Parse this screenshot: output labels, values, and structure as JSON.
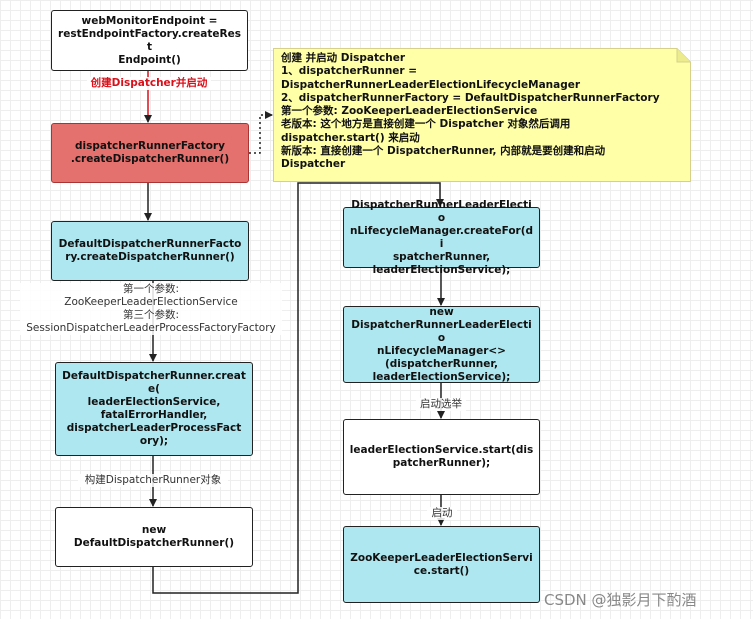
{
  "nodes": {
    "web_monitor": "webMonitorEndpoint =\nrestEndpointFactory.createRest\nEndpoint()",
    "create_runner": "dispatcherRunnerFactory\n.createDispatcherRunner()",
    "default_factory": "DefaultDispatcherRunnerFacto\nry.createDispatcherRunner()",
    "default_create": "DefaultDispatcherRunner.creat\ne(\nleaderElectionService,\nfatalErrorHandler,\ndispatcherLeaderProcessFact\nory);",
    "new_default": "new\nDefaultDispatcherRunner()",
    "lifecycle_create": "DispatcherRunnerLeaderElectio\nnLifecycleManager.createFor(di\nspatcherRunner,\nleaderElectionService);",
    "new_lifecycle": "new\nDispatcherRunnerLeaderElectio\nnLifecycleManager<>\n(dispatcherRunner,\nleaderElectionService);",
    "election_start": "leaderElectionService.start(dis\npatcherRunner);",
    "zk_start": "ZooKeeperLeaderElectionServi\nce.start()"
  },
  "labels": {
    "create_start": "创建Dispatcher并启动",
    "params": "第一个参数:\nZooKeeperLeaderElectionService\n第三个参数:\nSessionDispatcherLeaderProcessFactoryFactory",
    "build_runner": "构建DispatcherRunner对象",
    "start_election": "启动选举",
    "start": "启动"
  },
  "note": "创建 并启动 Dispatcher\n1、dispatcherRunner =\nDispatcherRunnerLeaderElectionLifecycleManager\n 2、dispatcherRunnerFactory = DefaultDispatcherRunnerFactory\n第一个参数:  ZooKeeperLeaderElectionService\n老版本:  这个地方是直接创建一个 Dispatcher 对象然后调用\ndispatcher.start() 来启动\n新版本:  直接创建一个 DispatcherRunner,  内部就是要创建和启动\nDispatcher",
  "watermark": "CSDN @独影月下酌酒",
  "colors": {
    "highlight_node": "#e4716d",
    "process_node": "#aee7ef",
    "note_background": "#ffffa8",
    "highlight_label": "#d9101a"
  }
}
